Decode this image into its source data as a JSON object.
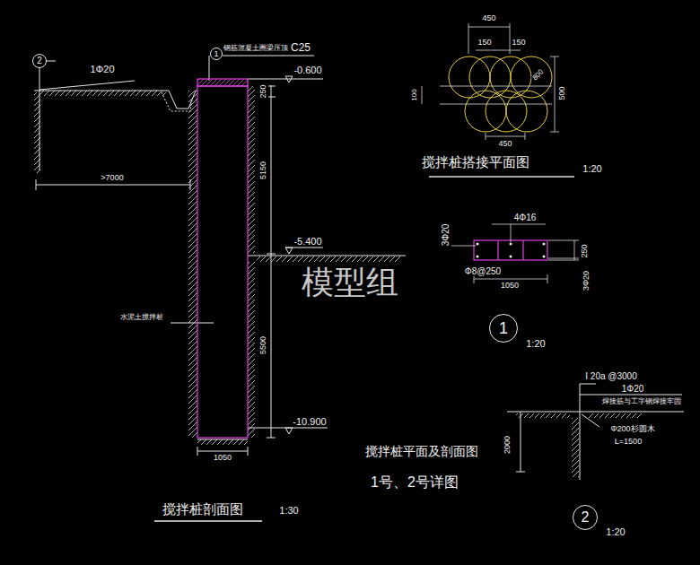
{
  "diagram": {
    "nodes": [
      {
        "text": [
          "2"
        ]
      },
      {
        "text": [
          "1"
        ]
      },
      {
        "text": [
          "1"
        ]
      },
      {
        "text": [
          "2"
        ]
      }
    ],
    "labels": [
      "1Φ20",
      "钢筋混凝土圈梁压顶",
      "C25",
      "-0.600",
      "250",
      "5150",
      "-5.400",
      "5500",
      "-10.900",
      ">7000",
      "水泥土搅拌桩",
      "1050",
      "搅拌桩剖面图",
      "1:30",
      "模型组",
      "450",
      "150",
      "150",
      "800",
      "100",
      "500",
      "450",
      "搅拌桩搭接平面图",
      "1:20",
      "4Φ16",
      "3Φ20",
      "250",
      "Φ8@250",
      "1050",
      "3Φ20",
      "1:20",
      "I 20a @3000",
      "1Φ20",
      "焊接筋与工字钢焊接牢固",
      "Φ200杉圆木",
      "L=1500",
      "2000",
      "1:20",
      "搅拌桩平面及剖面图",
      "1号、2号详图"
    ]
  }
}
